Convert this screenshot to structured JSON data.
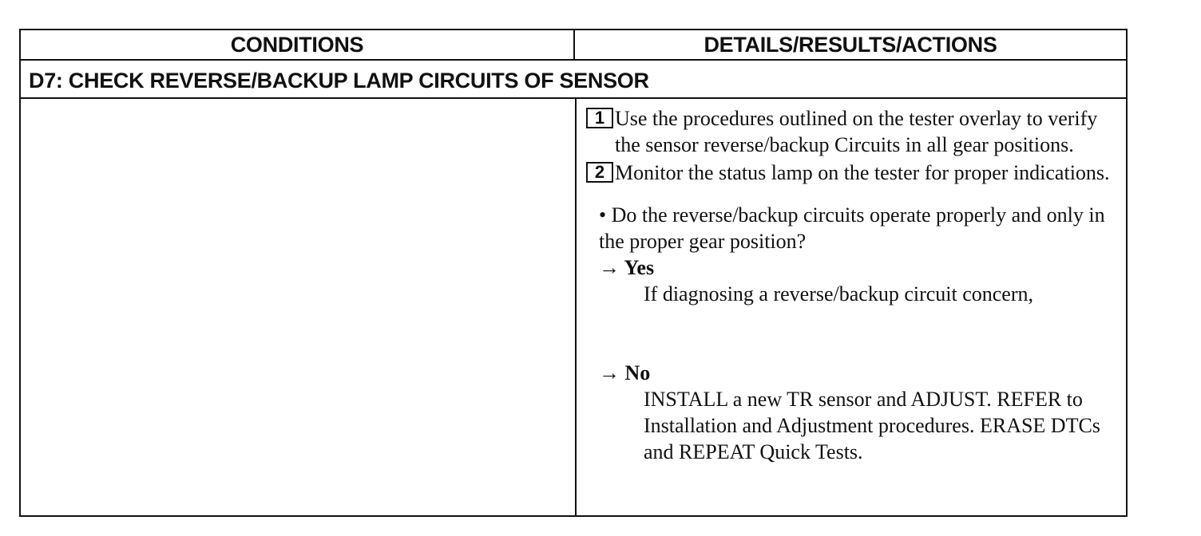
{
  "table": {
    "header_conditions": "CONDITIONS",
    "header_details": "DETAILS/RESULTS/ACTIONS",
    "step_title": "D7: CHECK REVERSE/BACKUP LAMP CIRCUITS OF SENSOR"
  },
  "steps": [
    {
      "number": "1",
      "text": "Use the procedures outlined on the tester overlay to verify the sensor reverse/backup Circuits in all gear positions."
    },
    {
      "number": "2",
      "text": "Monitor the status lamp on the tester for proper indications."
    }
  ],
  "question": "• Do the reverse/backup circuits operate properly and only in the proper gear position?",
  "yes": {
    "label": "→ Yes",
    "text": "If diagnosing a reverse/backup circuit concern,"
  },
  "no": {
    "label": "→ No",
    "text": "INSTALL a new TR sensor and ADJUST. REFER to Installation and Adjustment procedures. ERASE DTCs and REPEAT Quick Tests."
  }
}
